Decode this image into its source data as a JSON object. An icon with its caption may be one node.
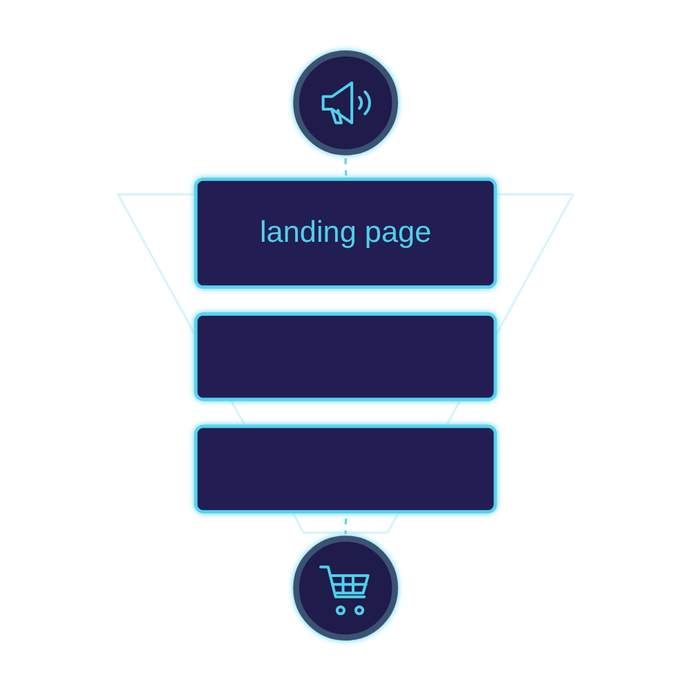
{
  "diagram": {
    "nodes": [
      {
        "text": [],
        "shape": "circle"
      },
      {
        "text": [
          "landing page"
        ]
      },
      {
        "text": [],
        "shape": "box"
      },
      {
        "text": [],
        "shape": "box"
      },
      {
        "text": [],
        "shape": "circle"
      }
    ],
    "edges": [
      {
        "from": 0,
        "to": 1,
        "arrow": "none",
        "style": "dashed"
      },
      {
        "from": 3,
        "to": 4,
        "arrow": "none",
        "style": "dashed"
      }
    ]
  }
}
